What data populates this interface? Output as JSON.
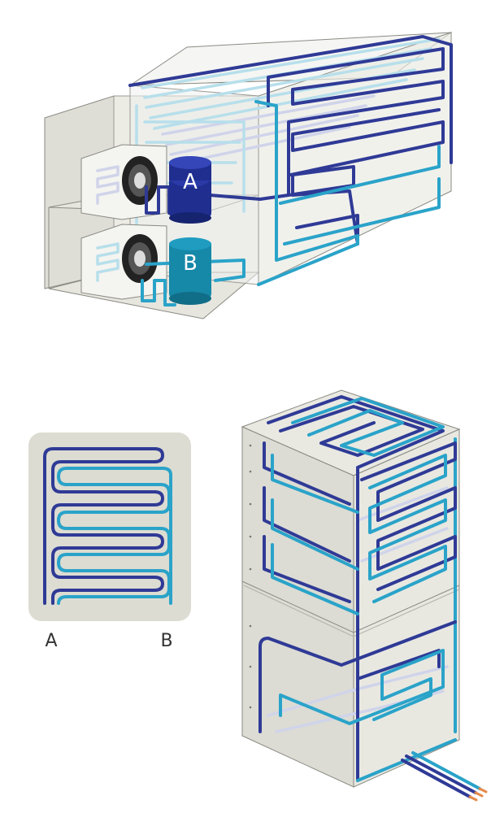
{
  "compressors": {
    "a_label": "A",
    "b_label": "B"
  },
  "legend": {
    "left_label": "A",
    "right_label": "B"
  },
  "colors": {
    "circuit_a": "#2f3a96",
    "circuit_b": "#2aa3c9",
    "compressor_a": "#1f2e8f",
    "compressor_b": "#1688a8",
    "panel_fill": "#dcdcd2",
    "cabinet_fill": "#e4e4dc",
    "cabinet_stroke": "#8a8a84"
  }
}
